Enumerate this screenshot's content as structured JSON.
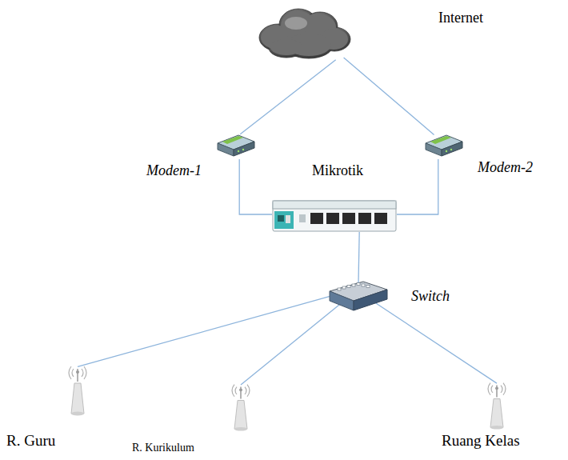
{
  "diagram": {
    "nodes": [
      {
        "text": [
          "Internet"
        ]
      },
      {
        "text": [
          "Modem-1"
        ]
      },
      {
        "text": [
          "Mikrotik"
        ]
      },
      {
        "text": [
          "Modem-2"
        ]
      },
      {
        "text": [
          "Switch"
        ]
      },
      {
        "text": [
          "R. Guru"
        ]
      },
      {
        "text": [
          "R. Kurikulum"
        ]
      },
      {
        "text": [
          "Ruang Kelas"
        ]
      }
    ],
    "edges": [
      {
        "from": 0,
        "to": 1,
        "arrow": "none"
      },
      {
        "from": 0,
        "to": 3,
        "arrow": "none"
      },
      {
        "from": 1,
        "to": 2,
        "arrow": "none"
      },
      {
        "from": 3,
        "to": 2,
        "arrow": "none"
      },
      {
        "from": 2,
        "to": 4,
        "arrow": "none"
      },
      {
        "from": 4,
        "to": 5,
        "arrow": "none"
      },
      {
        "from": 4,
        "to": 6,
        "arrow": "none"
      },
      {
        "from": 4,
        "to": 7,
        "arrow": "none"
      }
    ]
  }
}
